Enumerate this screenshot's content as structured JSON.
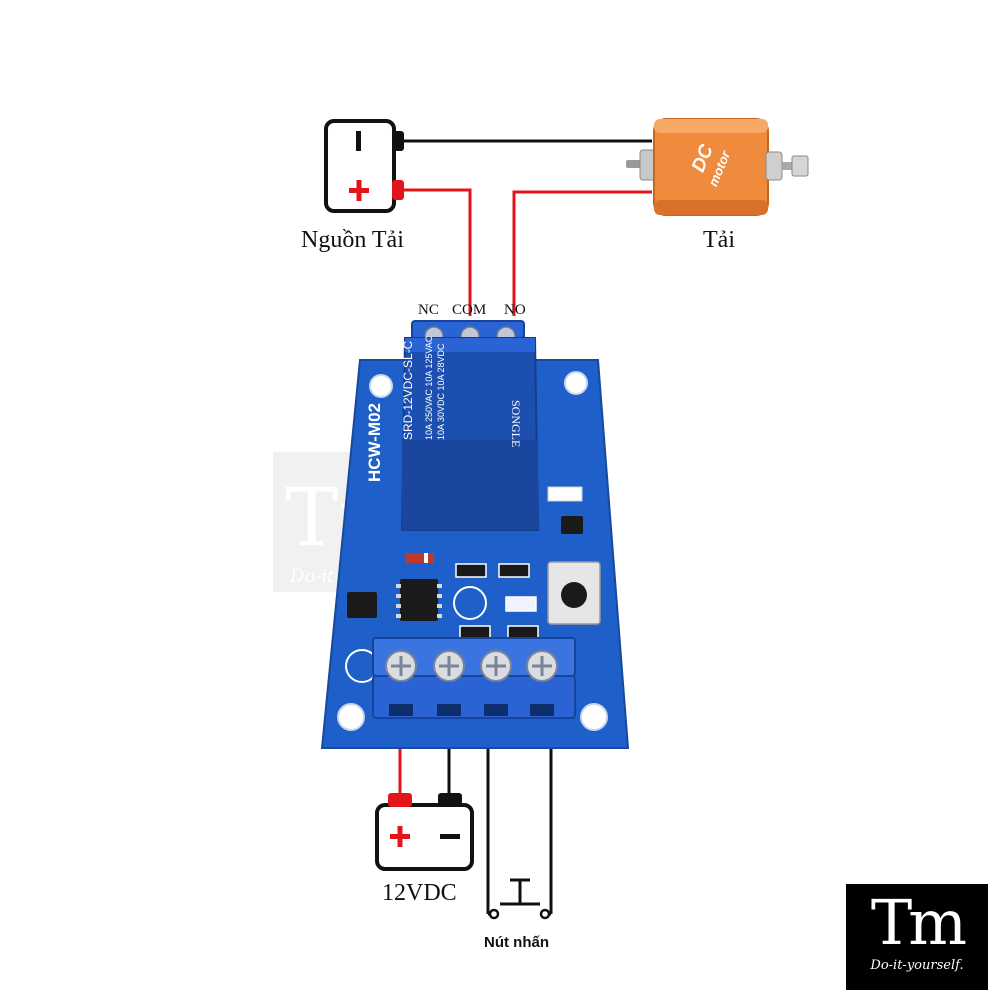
{
  "labels": {
    "power_source": "Nguồn Tải",
    "load": "Tải",
    "nc": "NC",
    "com": "COM",
    "no": "NO",
    "supply": "12VDC",
    "button": "Nút nhấn"
  },
  "motor": {
    "line1": "DC",
    "line2": "motor"
  },
  "module": {
    "board_label": "HCW-M02",
    "relay_model": "SRD-12VDC-SL-C",
    "relay_rating_1": "10A 250VAC  10A 125VAC",
    "relay_rating_2": "10A 30VDC  10A 28VDC",
    "relay_brand": "SONGLE"
  },
  "logo": {
    "mark": "Tm",
    "tagline": "Do-it-yourself."
  },
  "colors": {
    "wire_red": "#e4141b",
    "wire_black": "#111111",
    "pcb_blue": "#1f5fc9",
    "relay_blue": "#1d4fb0",
    "terminal_blue": "#2a63d4",
    "motor_orange": "#f08a3c"
  }
}
